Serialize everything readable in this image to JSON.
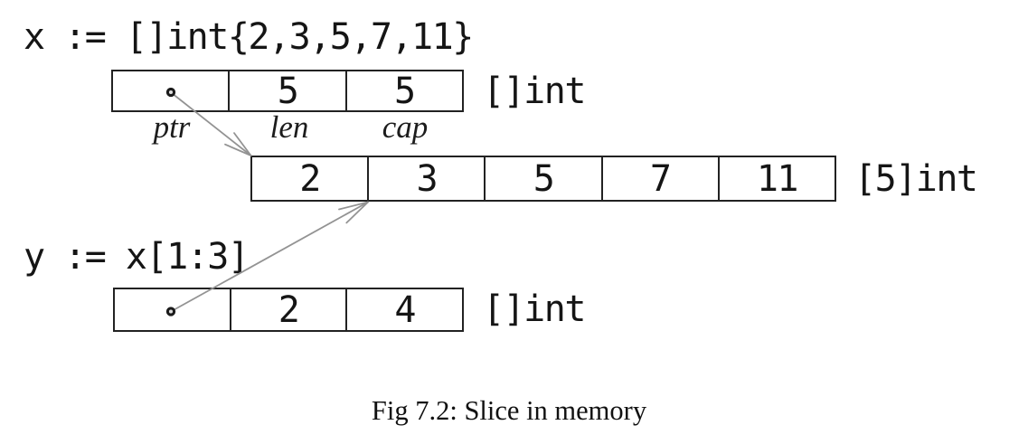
{
  "figure": {
    "code_x": "x := []int{2,3,5,7,11}",
    "code_y": "y := x[1:3]",
    "slice_x": {
      "cells": [
        "",
        "5",
        "5"
      ],
      "field_labels": [
        "ptr",
        "len",
        "cap"
      ],
      "type_label": "[]int"
    },
    "array": {
      "cells": [
        "2",
        "3",
        "5",
        "7",
        "11"
      ],
      "type_label": "[5]int"
    },
    "slice_y": {
      "cells": [
        "",
        "2",
        "4"
      ],
      "type_label": "[]int"
    },
    "caption": "Fig 7.2: Slice in memory",
    "colors": {
      "background": "#ffffff",
      "box_border": "#222222",
      "text": "#151515",
      "arrow": "#999999"
    }
  }
}
